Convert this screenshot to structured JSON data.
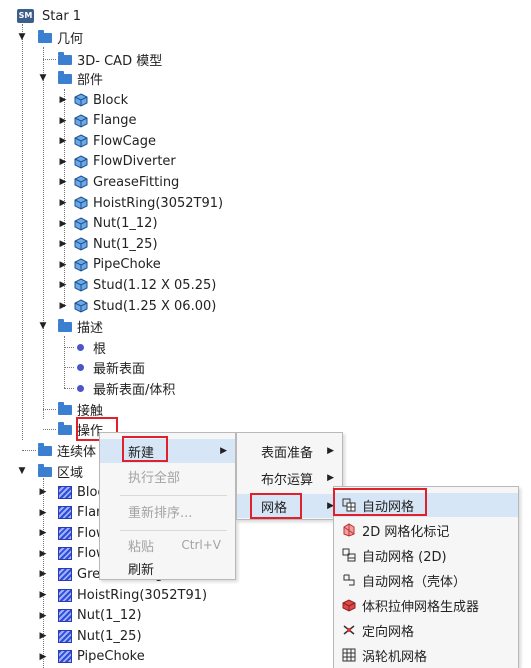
{
  "tree": {
    "root": "Star 1",
    "geometry": "几何",
    "cad_model": "3D- CAD 模型",
    "parts": "部件",
    "part_items": [
      "Block",
      "Flange",
      "FlowCage",
      "FlowDiverter",
      "GreaseFitting",
      "HoistRing(3052T91)",
      "Nut(1_12)",
      "Nut(1_25)",
      "PipeChoke",
      "Stud(1.12 X 05.25)",
      "Stud(1.25 X 06.00)"
    ],
    "description": "描述",
    "desc_items": [
      "根",
      "最新表面",
      "最新表面/体积"
    ],
    "contact": "接触",
    "operations": "操作",
    "continuum": "连续体",
    "regions": "区域",
    "region_items": [
      "Block",
      "Flange",
      "FlowCage",
      "FlowDiverter",
      "GreaseFitting",
      "HoistRing(3052T91)",
      "Nut(1_12)",
      "Nut(1_25)",
      "PipeChoke"
    ]
  },
  "menu1": {
    "new": "新建",
    "execute_all": "执行全部",
    "reorder": "重新排序...",
    "paste": "粘贴",
    "paste_shortcut": "Ctrl+V",
    "refresh": "刷新"
  },
  "menu2": {
    "surface_prep": "表面准备",
    "boolean": "布尔运算",
    "mesh": "网格"
  },
  "menu3": {
    "items": [
      "自动网格",
      "2D 网格化标记",
      "自动网格 (2D)",
      "自动网格（壳体）",
      "体积拉伸网格生成器",
      "定向网格",
      "涡轮机网格"
    ]
  },
  "colors": {
    "highlight_box": "#e0202a",
    "menu_hover": "#d6e6f6",
    "folder": "#3a7fd0"
  }
}
